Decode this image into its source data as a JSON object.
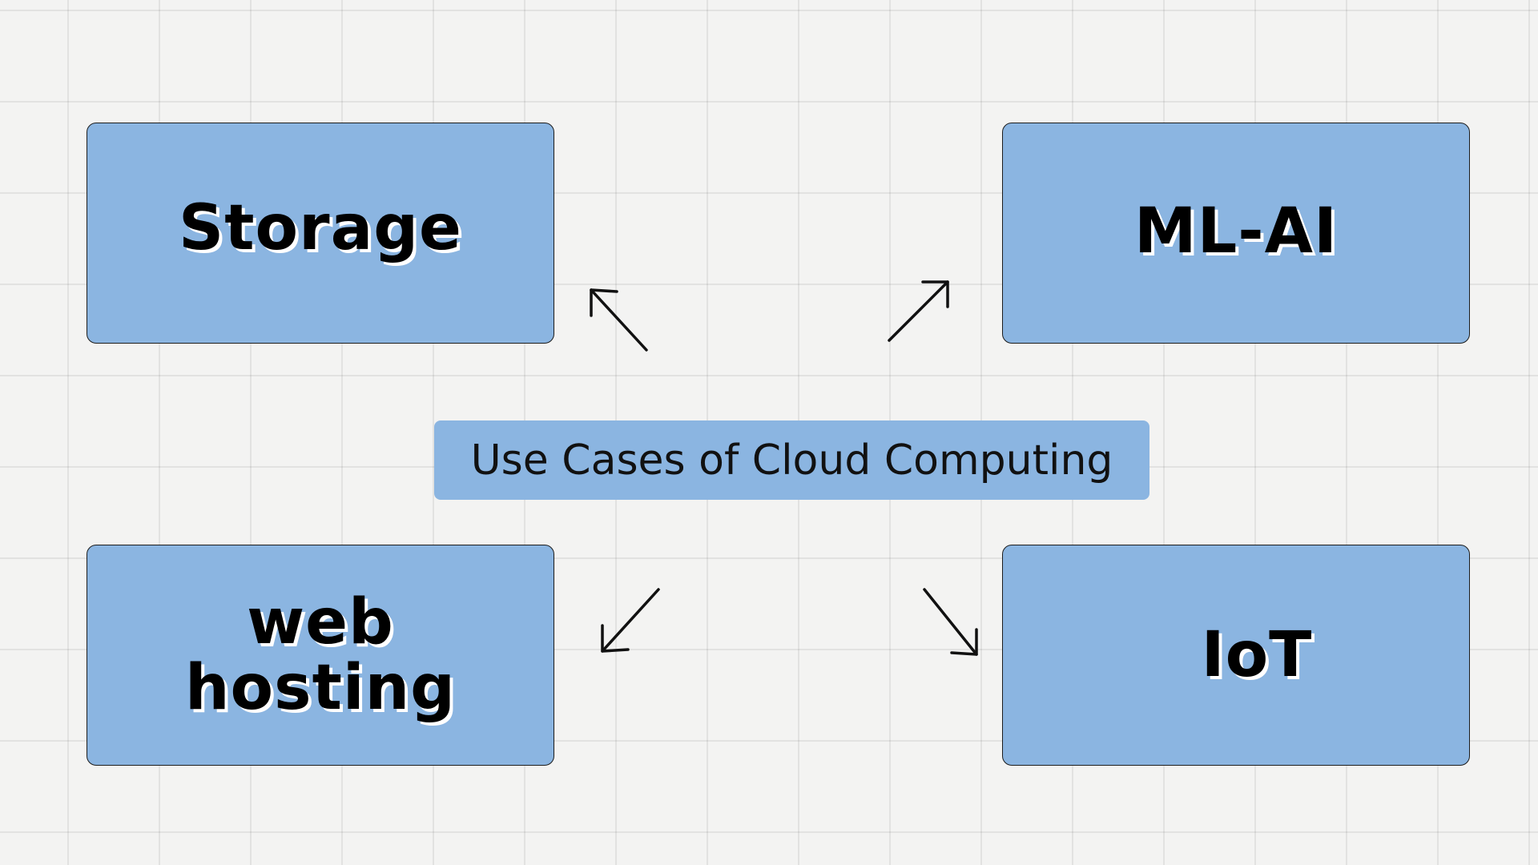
{
  "diagram": {
    "center": {
      "label": "Use Cases of Cloud Computing"
    },
    "nodes": [
      {
        "id": "storage",
        "label": "Storage"
      },
      {
        "id": "ml-ai",
        "label": "ML-AI"
      },
      {
        "id": "web-hosting",
        "label": "web\nhosting"
      },
      {
        "id": "iot",
        "label": "IoT"
      }
    ],
    "edges": [
      {
        "from": "center",
        "to": "storage"
      },
      {
        "from": "center",
        "to": "ml-ai"
      },
      {
        "from": "center",
        "to": "web-hosting"
      },
      {
        "from": "center",
        "to": "iot"
      }
    ]
  },
  "colors": {
    "background": "#f3f3f2",
    "box_fill": "#8bb5e1",
    "text": "#000000"
  }
}
